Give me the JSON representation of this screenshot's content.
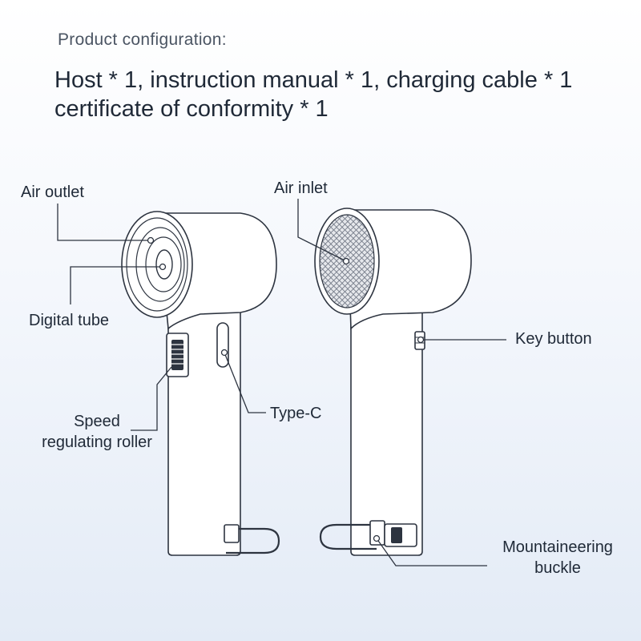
{
  "header": {
    "title": "Product configuration:",
    "config_line_1": "Host * 1, instruction manual * 1, charging cable * 1",
    "config_line_2": "certificate of conformity * 1"
  },
  "labels": {
    "air_outlet": "Air outlet",
    "digital_tube": "Digital tube",
    "speed_line_1": "Speed",
    "speed_line_2": "regulating roller",
    "type_c": "Type-C",
    "air_inlet": "Air inlet",
    "key_button": "Key button",
    "buckle_line_1": "Mountaineering",
    "buckle_line_2": "buckle"
  },
  "colors": {
    "outline": "#2d3440",
    "accent_fill": "#ffffff",
    "mesh": "#6b7280"
  }
}
